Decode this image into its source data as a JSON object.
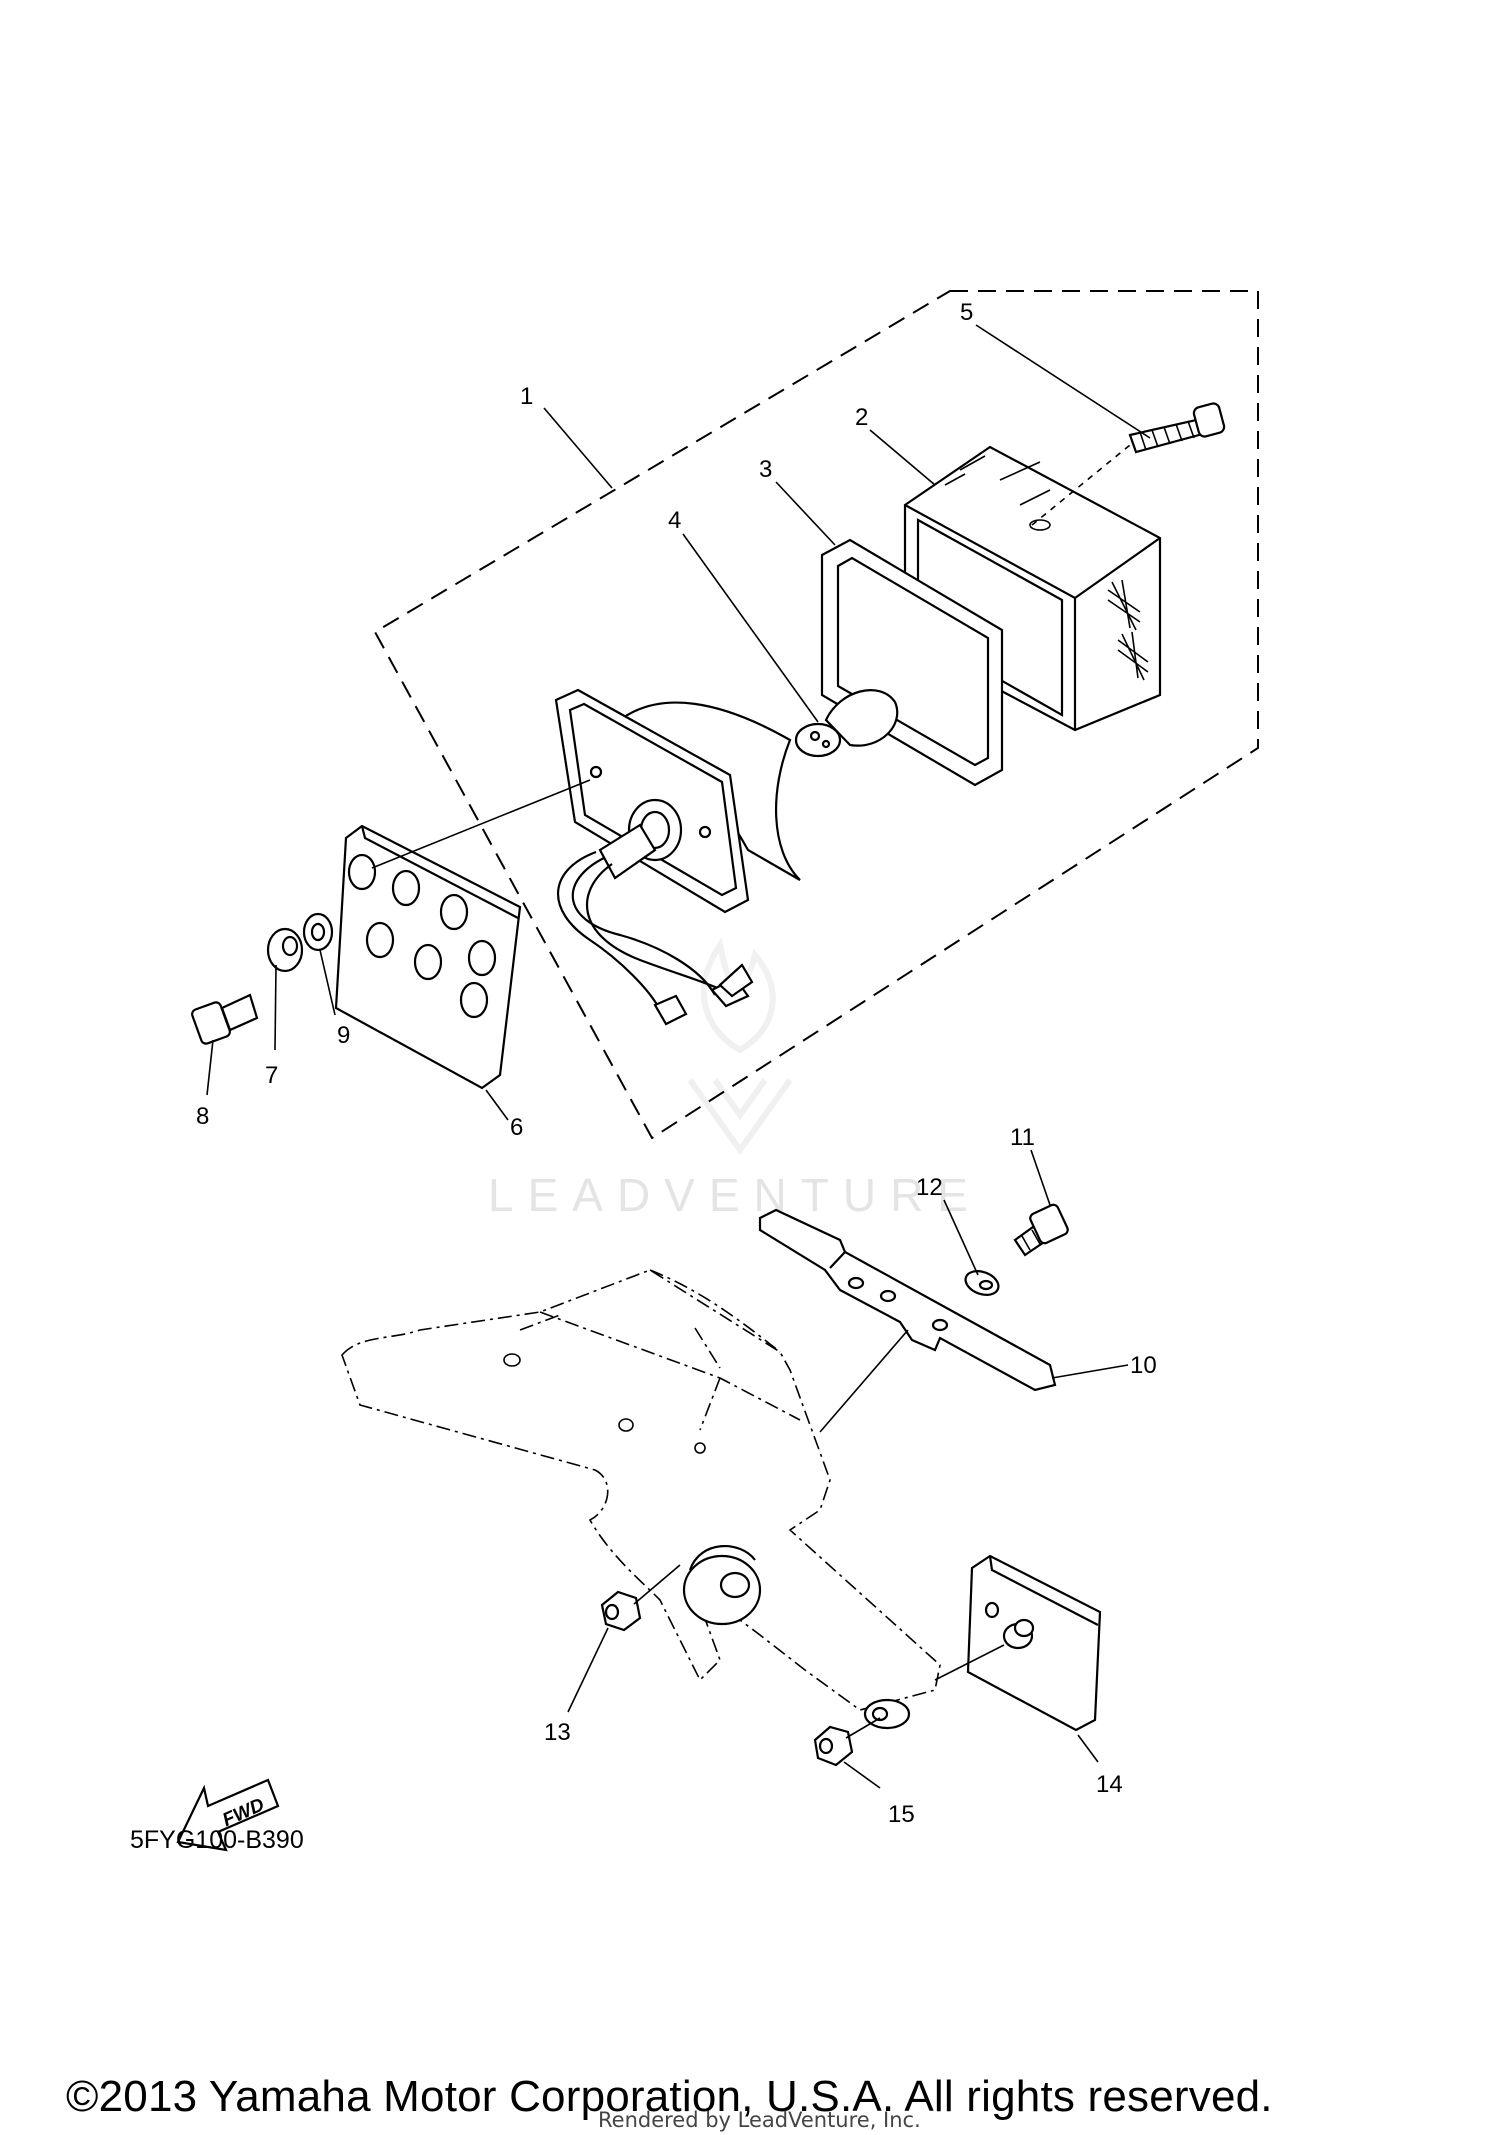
{
  "diagram": {
    "callouts": [
      "1",
      "2",
      "3",
      "4",
      "5",
      "6",
      "7",
      "8",
      "9",
      "10",
      "11",
      "12",
      "13",
      "14",
      "15"
    ],
    "fwd_label": "FWD",
    "diagram_code": "5FYG100-B390"
  },
  "watermark": {
    "text": "LEADVENTURE"
  },
  "footer": {
    "copyright": "©2013 Yamaha Motor Corporation, U.S.A. All rights reserved.",
    "rendered_by": "Rendered by LeadVenture, Inc."
  }
}
